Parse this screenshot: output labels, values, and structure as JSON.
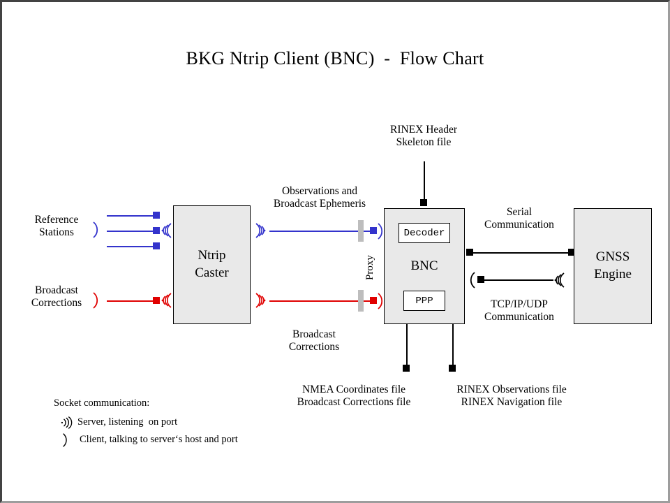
{
  "chart_data": {
    "type": "diagram",
    "title": "BKG Ntrip Client (BNC)  -  Flow Chart",
    "nodes": [
      {
        "id": "ntrip-caster",
        "label": "Ntrip\nCaster"
      },
      {
        "id": "bnc",
        "label": "BNC"
      },
      {
        "id": "gnss-engine",
        "label": "GNSS\nEngine"
      },
      {
        "id": "decoder",
        "label": "Decoder"
      },
      {
        "id": "ppp",
        "label": "PPP"
      }
    ],
    "edges": [
      {
        "from": "reference-stations",
        "to": "ntrip-caster",
        "color": "#3333cc",
        "label": ""
      },
      {
        "from": "broadcast-corrections",
        "to": "ntrip-caster",
        "color": "#e00000",
        "label": ""
      },
      {
        "from": "ntrip-caster",
        "to": "bnc",
        "color": "#3333cc",
        "label": "Observations and Broadcast Ephemeris"
      },
      {
        "from": "ntrip-caster",
        "to": "bnc",
        "color": "#e00000",
        "label": "Broadcast Corrections"
      },
      {
        "from": "rinex-header-skeleton-file",
        "to": "bnc",
        "color": "#000000",
        "label": ""
      },
      {
        "from": "bnc",
        "to": "gnss-engine",
        "color": "#000000",
        "label": "Serial Communication",
        "bidirectional": true
      },
      {
        "from": "gnss-engine",
        "to": "bnc",
        "color": "#000000",
        "label": "TCP/IP/UDP Communication"
      },
      {
        "from": "bnc",
        "to": "nmea-output",
        "color": "#000000",
        "label": ""
      },
      {
        "from": "bnc",
        "to": "rinex-output",
        "color": "#000000",
        "label": ""
      }
    ]
  },
  "title": "BKG Ntrip Client (BNC)  -  Flow Chart",
  "nodes": {
    "ntrip_caster": "Ntrip\nCaster",
    "bnc": "BNC",
    "gnss_engine": "GNSS\nEngine",
    "decoder": "Decoder",
    "ppp": "PPP"
  },
  "labels": {
    "reference_stations": "Reference\nStations",
    "broadcast_corrections_src": "Broadcast\nCorrections",
    "observations_ephemeris": "Observations and\nBroadcast Ephemeris",
    "broadcast_corrections_link": "Broadcast\nCorrections",
    "rinex_header": "RINEX Header\nSkeleton file",
    "proxy": "Proxy",
    "serial_communication": "Serial\nCommunication",
    "tcpip_communication": "TCP/IP/UDP\nCommunication",
    "nmea_output": "NMEA Coordinates file\nBroadcast Corrections file",
    "rinex_output": "RINEX Observations file\nRINEX Navigation file"
  },
  "legend": {
    "heading": "Socket communication:",
    "server": "Server, listening  on port",
    "client": "Client, talking to server‘s host and port"
  },
  "colors": {
    "blue": "#3333cc",
    "red": "#e00000",
    "black": "#000000",
    "node_fill": "#e9e9e9",
    "proxy_bar": "#bdbdbd",
    "border_dark": "#434343",
    "border_light": "#9d9d9d"
  }
}
